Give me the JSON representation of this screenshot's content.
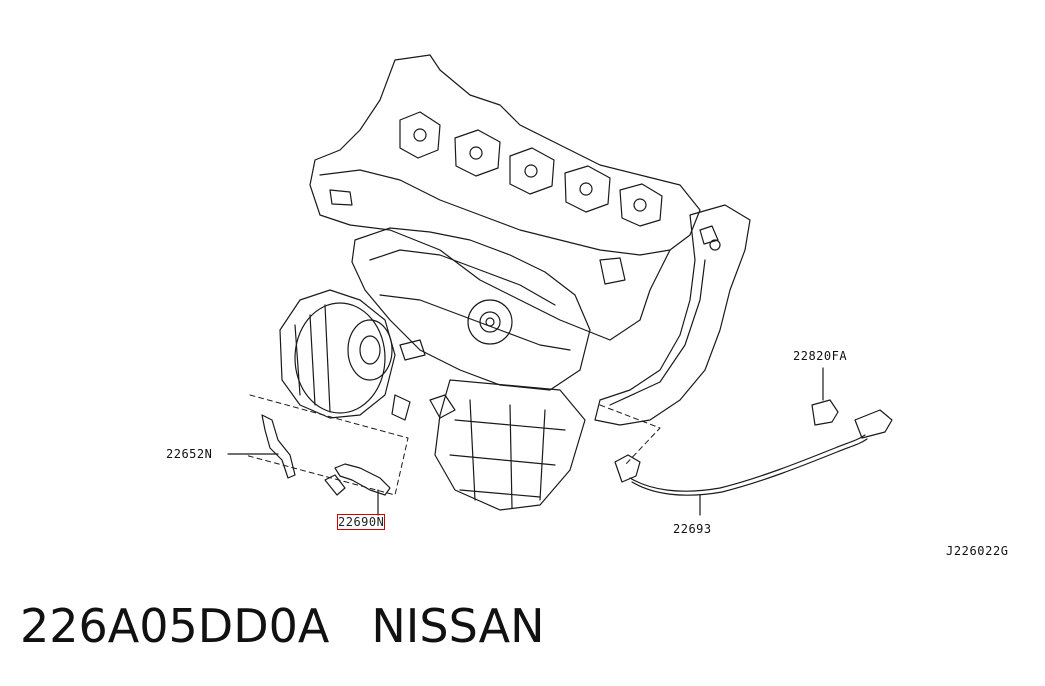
{
  "diagram": {
    "callouts": {
      "part_22652N": "22652N",
      "part_22690N": "22690N",
      "part_22693": "22693",
      "part_22820FA": "22820FA"
    },
    "figure_code": "J226022G",
    "highlight_color": "#d00000"
  },
  "footer": {
    "part_number": "226A05DD0A",
    "brand": "NISSAN"
  }
}
